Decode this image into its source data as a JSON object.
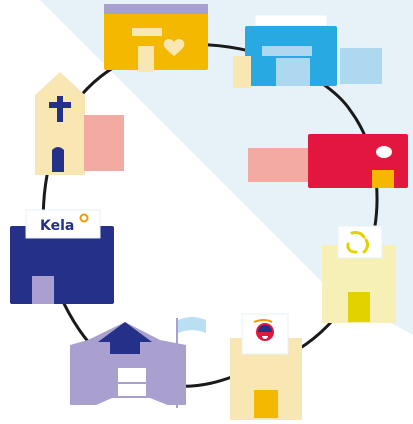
{
  "colors": {
    "background": "#ffffff",
    "diagonal_band": "#e6f1f8",
    "ring": "#1a1a1a",
    "yellow": "#f5b800",
    "blue": "#29a9e1",
    "light_blue": "#aed8ef",
    "red": "#e2163e",
    "pink": "#f3aaa2",
    "cream": "#f9e7b3",
    "pale_yellow": "#f6f0b7",
    "navy": "#253088",
    "lavender": "#a9a0d0",
    "sky": "#b9dff2",
    "logo_orange": "#f59c00"
  },
  "buildings": [
    {
      "name": "yellow-building",
      "icon": "heart-icon"
    },
    {
      "name": "blue-building",
      "icon": "window-icon"
    },
    {
      "name": "red-building",
      "icon": "circle-icon"
    },
    {
      "name": "pale-yellow-building",
      "icon": "spiral-logo-icon"
    },
    {
      "name": "cream-building",
      "icon": "round-logo-icon"
    },
    {
      "name": "lavender-school-building",
      "icon": "flag-icon"
    },
    {
      "name": "kela-building",
      "icon": "kela-logo-icon"
    },
    {
      "name": "church-building",
      "icon": "cross-icon"
    }
  ],
  "kela": {
    "logo_text": "Kela"
  }
}
